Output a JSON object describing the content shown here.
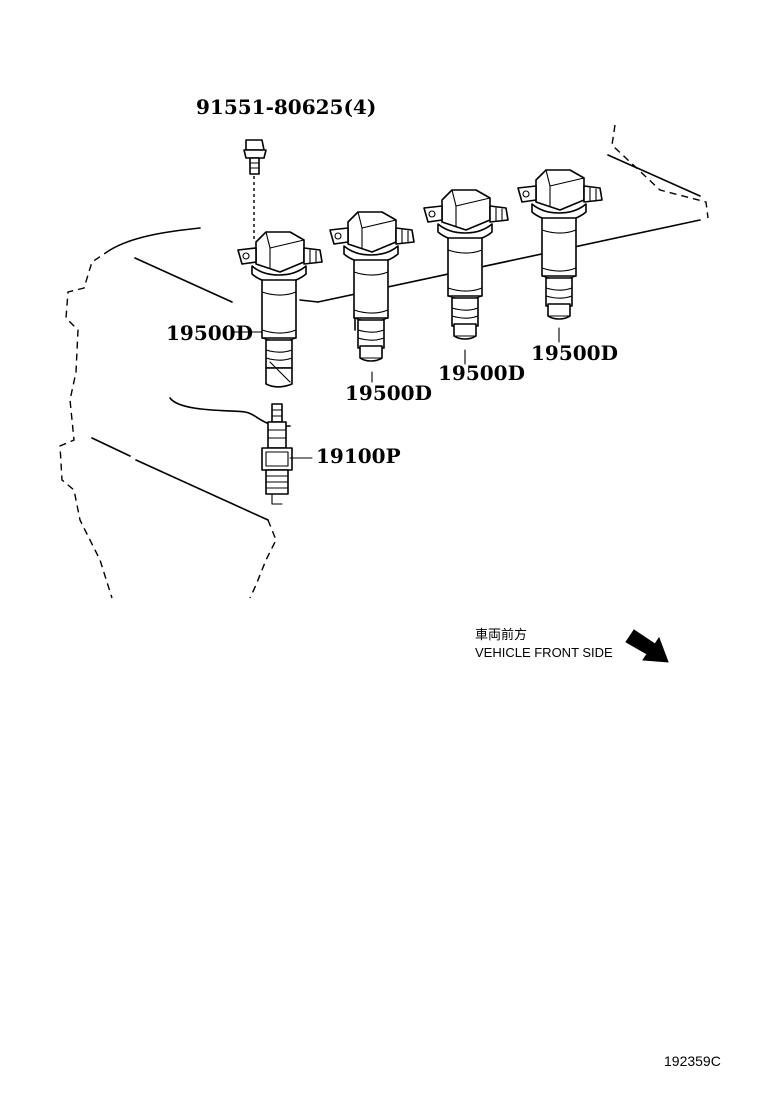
{
  "callouts": {
    "bolt": "91551-80625(4)",
    "coil_1": "19500D",
    "coil_2": "19500D",
    "coil_3": "19500D",
    "coil_4": "19500D",
    "spark_plug": "19100P"
  },
  "orientation_note": {
    "japanese": "車両前方",
    "english": "VEHICLE FRONT SIDE"
  },
  "figure_code": "192359C"
}
